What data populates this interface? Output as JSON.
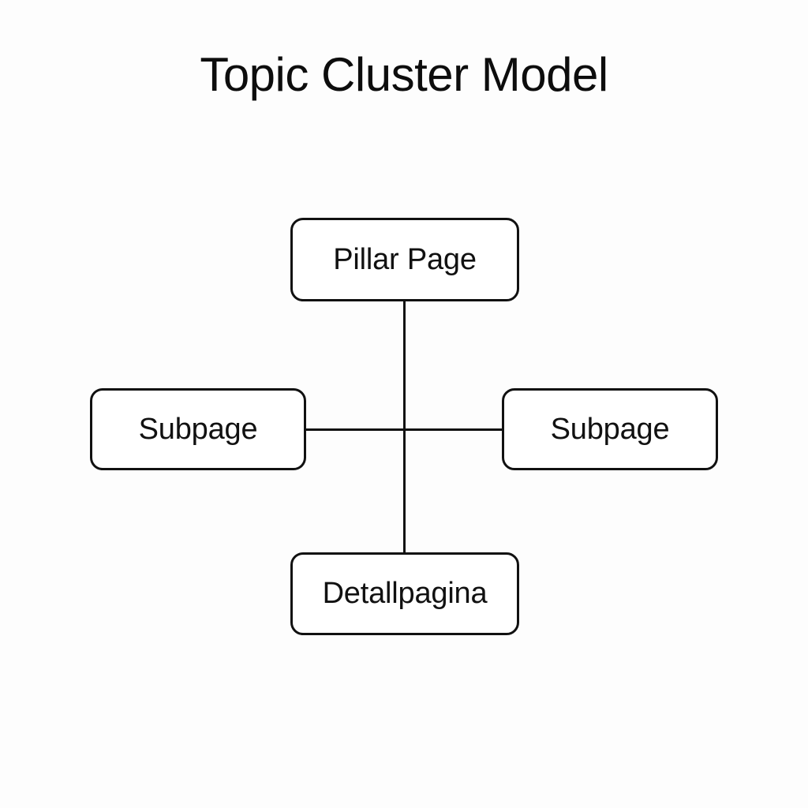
{
  "diagram": {
    "title": "Topic Cluster Model",
    "background_color": "#fdfdfd",
    "stroke_color": "#111111",
    "node_fill_color": "#ffffff",
    "nodes": [
      {
        "id": "pillar",
        "label": "Pillar Page",
        "position": "top"
      },
      {
        "id": "subpage-left",
        "label": "Subpage",
        "position": "left"
      },
      {
        "id": "subpage-right",
        "label": "Subpage",
        "position": "right"
      },
      {
        "id": "detail",
        "label": "Detallpagina",
        "position": "bottom"
      }
    ],
    "connectors": [
      {
        "id": "pillar-to-center",
        "from": "pillar",
        "to": "center",
        "orientation": "vertical"
      },
      {
        "id": "center-to-detail",
        "from": "center",
        "to": "detail",
        "orientation": "vertical"
      },
      {
        "id": "subpage-left-to-center",
        "from": "subpage-left",
        "to": "center",
        "orientation": "horizontal"
      },
      {
        "id": "center-to-subpage-right",
        "from": "center",
        "to": "subpage-right",
        "orientation": "horizontal"
      }
    ]
  }
}
